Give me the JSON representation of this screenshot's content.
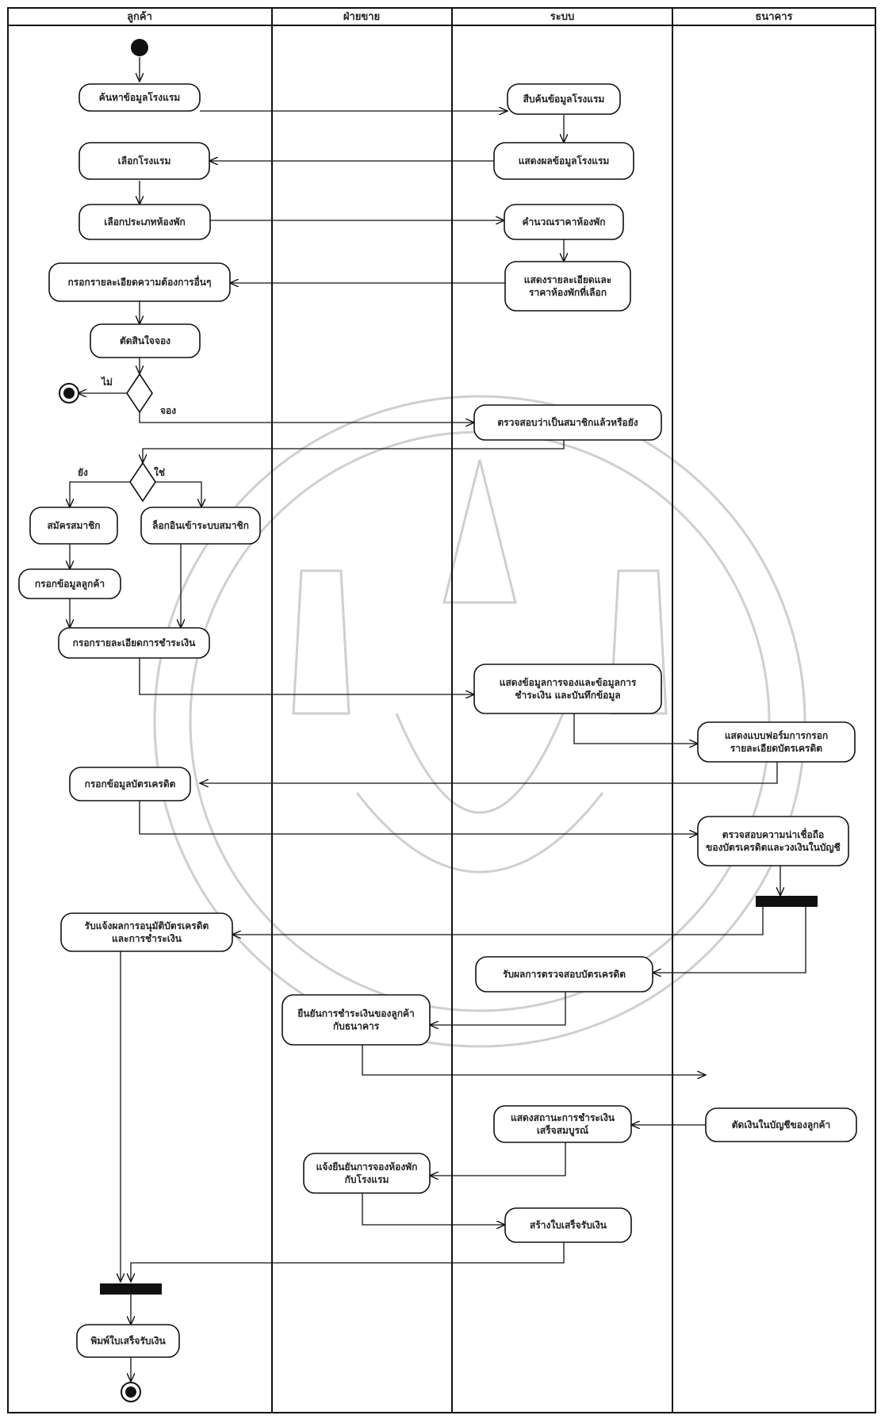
{
  "lanes": [
    {
      "id": "customer",
      "title": "ลูกค้า"
    },
    {
      "id": "sales",
      "title": "ฝ่ายขาย"
    },
    {
      "id": "system",
      "title": "ระบบ"
    },
    {
      "id": "bank",
      "title": "ธนาคาร"
    }
  ],
  "nodes": {
    "search_hotel": [
      "ค้นหาข้อมูลโรงแรม"
    ],
    "sys_search": [
      "สืบค้นข้อมูลโรงแรม"
    ],
    "show_hotel": [
      "แสดงผลข้อมูลโรงแรม"
    ],
    "choose_hotel": [
      "เลือกโรงแรม"
    ],
    "choose_room": [
      "เลือกประเภทห้องพัก"
    ],
    "calc_price": [
      "คำนวณราคาห้องพัก"
    ],
    "fill_detail": [
      "กรอกรายละเอียดความต้องการอื่นๆ"
    ],
    "show_detail": [
      "แสดงรายละเอียดและ",
      "ราคาห้องพักที่เลือก"
    ],
    "decide": [
      "ตัดสินใจจอง"
    ],
    "check_member": [
      "ตรวจสอบว่าเป็นสมาชิกแล้วหรือยัง"
    ],
    "register": [
      "สมัครสมาชิก"
    ],
    "login": [
      "ล็อกอินเข้าระบบสมาชิก"
    ],
    "fill_customer": [
      "กรอกข้อมูลลูกค้า"
    ],
    "fill_payment": [
      "กรอกรายละเอียดการชำระเงิน"
    ],
    "show_booking": [
      "แสดงข้อมูลการจองและข้อมูลการ",
      "ชำระเงิน และบันทึกข้อมูล"
    ],
    "show_form": [
      "แสดงแบบฟอร์มการกรอก",
      "รายละเอียดบัตรเครดิต"
    ],
    "fill_card": [
      "กรอกข้อมูลบัตรเครดิต"
    ],
    "verify_card": [
      "ตรวจสอบความน่าเชื่อถือ",
      "ของบัตรเครดิตและวงเงินในบัญชี"
    ],
    "receive_approval": [
      "รับแจ้งผลการอนุมัติบัตรเครดิต",
      "และการชำระเงิน"
    ],
    "receive_result": [
      "รับผลการตรวจสอบบัตรเครดิต"
    ],
    "confirm_payment": [
      "ยืนยันการชำระเงินของลูกค้า",
      "กับธนาคาร"
    ],
    "deduct": [
      "ตัดเงินในบัญชีของลูกค้า"
    ],
    "show_status": [
      "แสดงสถานะการชำระเงิน",
      "เสร็จสมบูรณ์"
    ],
    "notify_hotel": [
      "แจ้งยืนยันการจองห้องพัก",
      "กับโรงแรม"
    ],
    "create_receipt": [
      "สร้างใบเสร็จรับเงิน"
    ],
    "print_receipt": [
      "พิมพ์ใบเสร็จรับเงิน"
    ]
  },
  "guards": {
    "no": "ไม่",
    "book": "จอง",
    "not_yet": "ยัง",
    "yes": "ใช่"
  },
  "colors": {
    "line": "#111111",
    "bar": "#111111",
    "watermark": "#cfcfcf"
  }
}
